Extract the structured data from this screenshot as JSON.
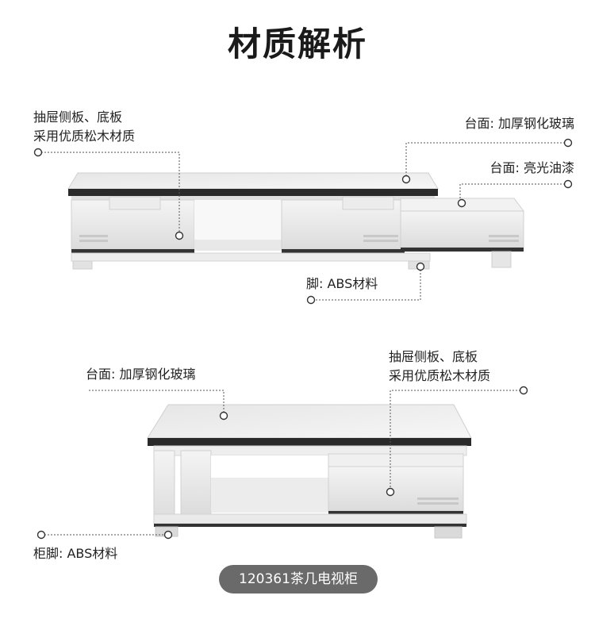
{
  "page": {
    "title": "材质解析"
  },
  "tv_cabinet": {
    "drawer_material_line1": "抽屉侧板、底板",
    "drawer_material_line2": "采用优质松木材质",
    "top_glass": "台面: 加厚钢化玻璃",
    "top_paint": "台面: 亮光油漆",
    "feet": "脚: ABS材料"
  },
  "tea_table": {
    "top_glass": "台面: 加厚钢化玻璃",
    "drawer_material_line1": "抽屉侧板、底板",
    "drawer_material_line2": "采用优质松木材质",
    "feet": "柜脚: ABS材料"
  },
  "product_badge": "120361茶几电视柜"
}
